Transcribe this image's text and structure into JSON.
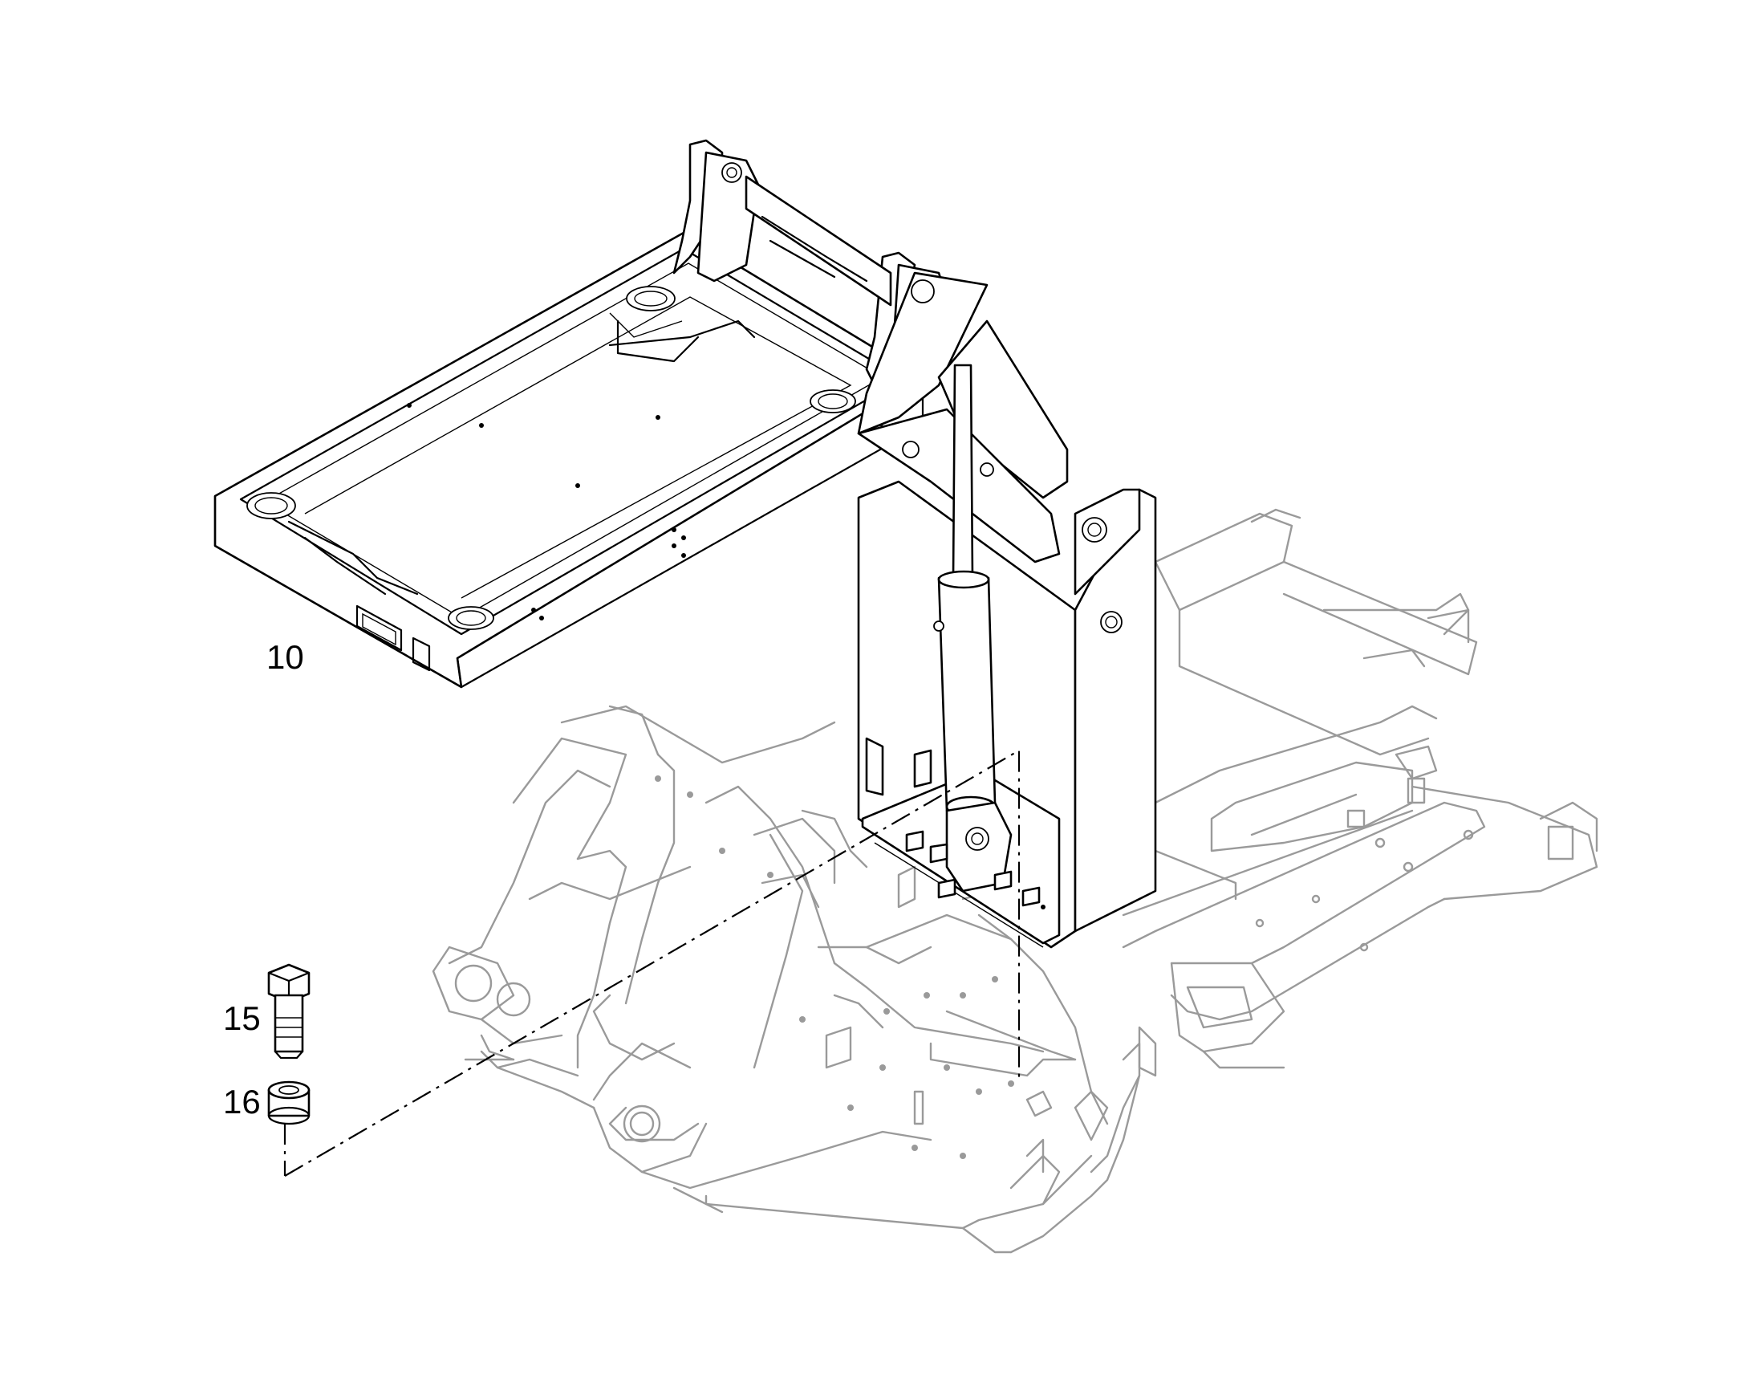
{
  "callouts": [
    {
      "id": "10",
      "label": "10"
    },
    {
      "id": "15",
      "label": "15"
    },
    {
      "id": "16",
      "label": "16"
    }
  ],
  "colors": {
    "part_stroke": "#000000",
    "context_stroke": "#9a9a9a",
    "background": "#ffffff"
  }
}
